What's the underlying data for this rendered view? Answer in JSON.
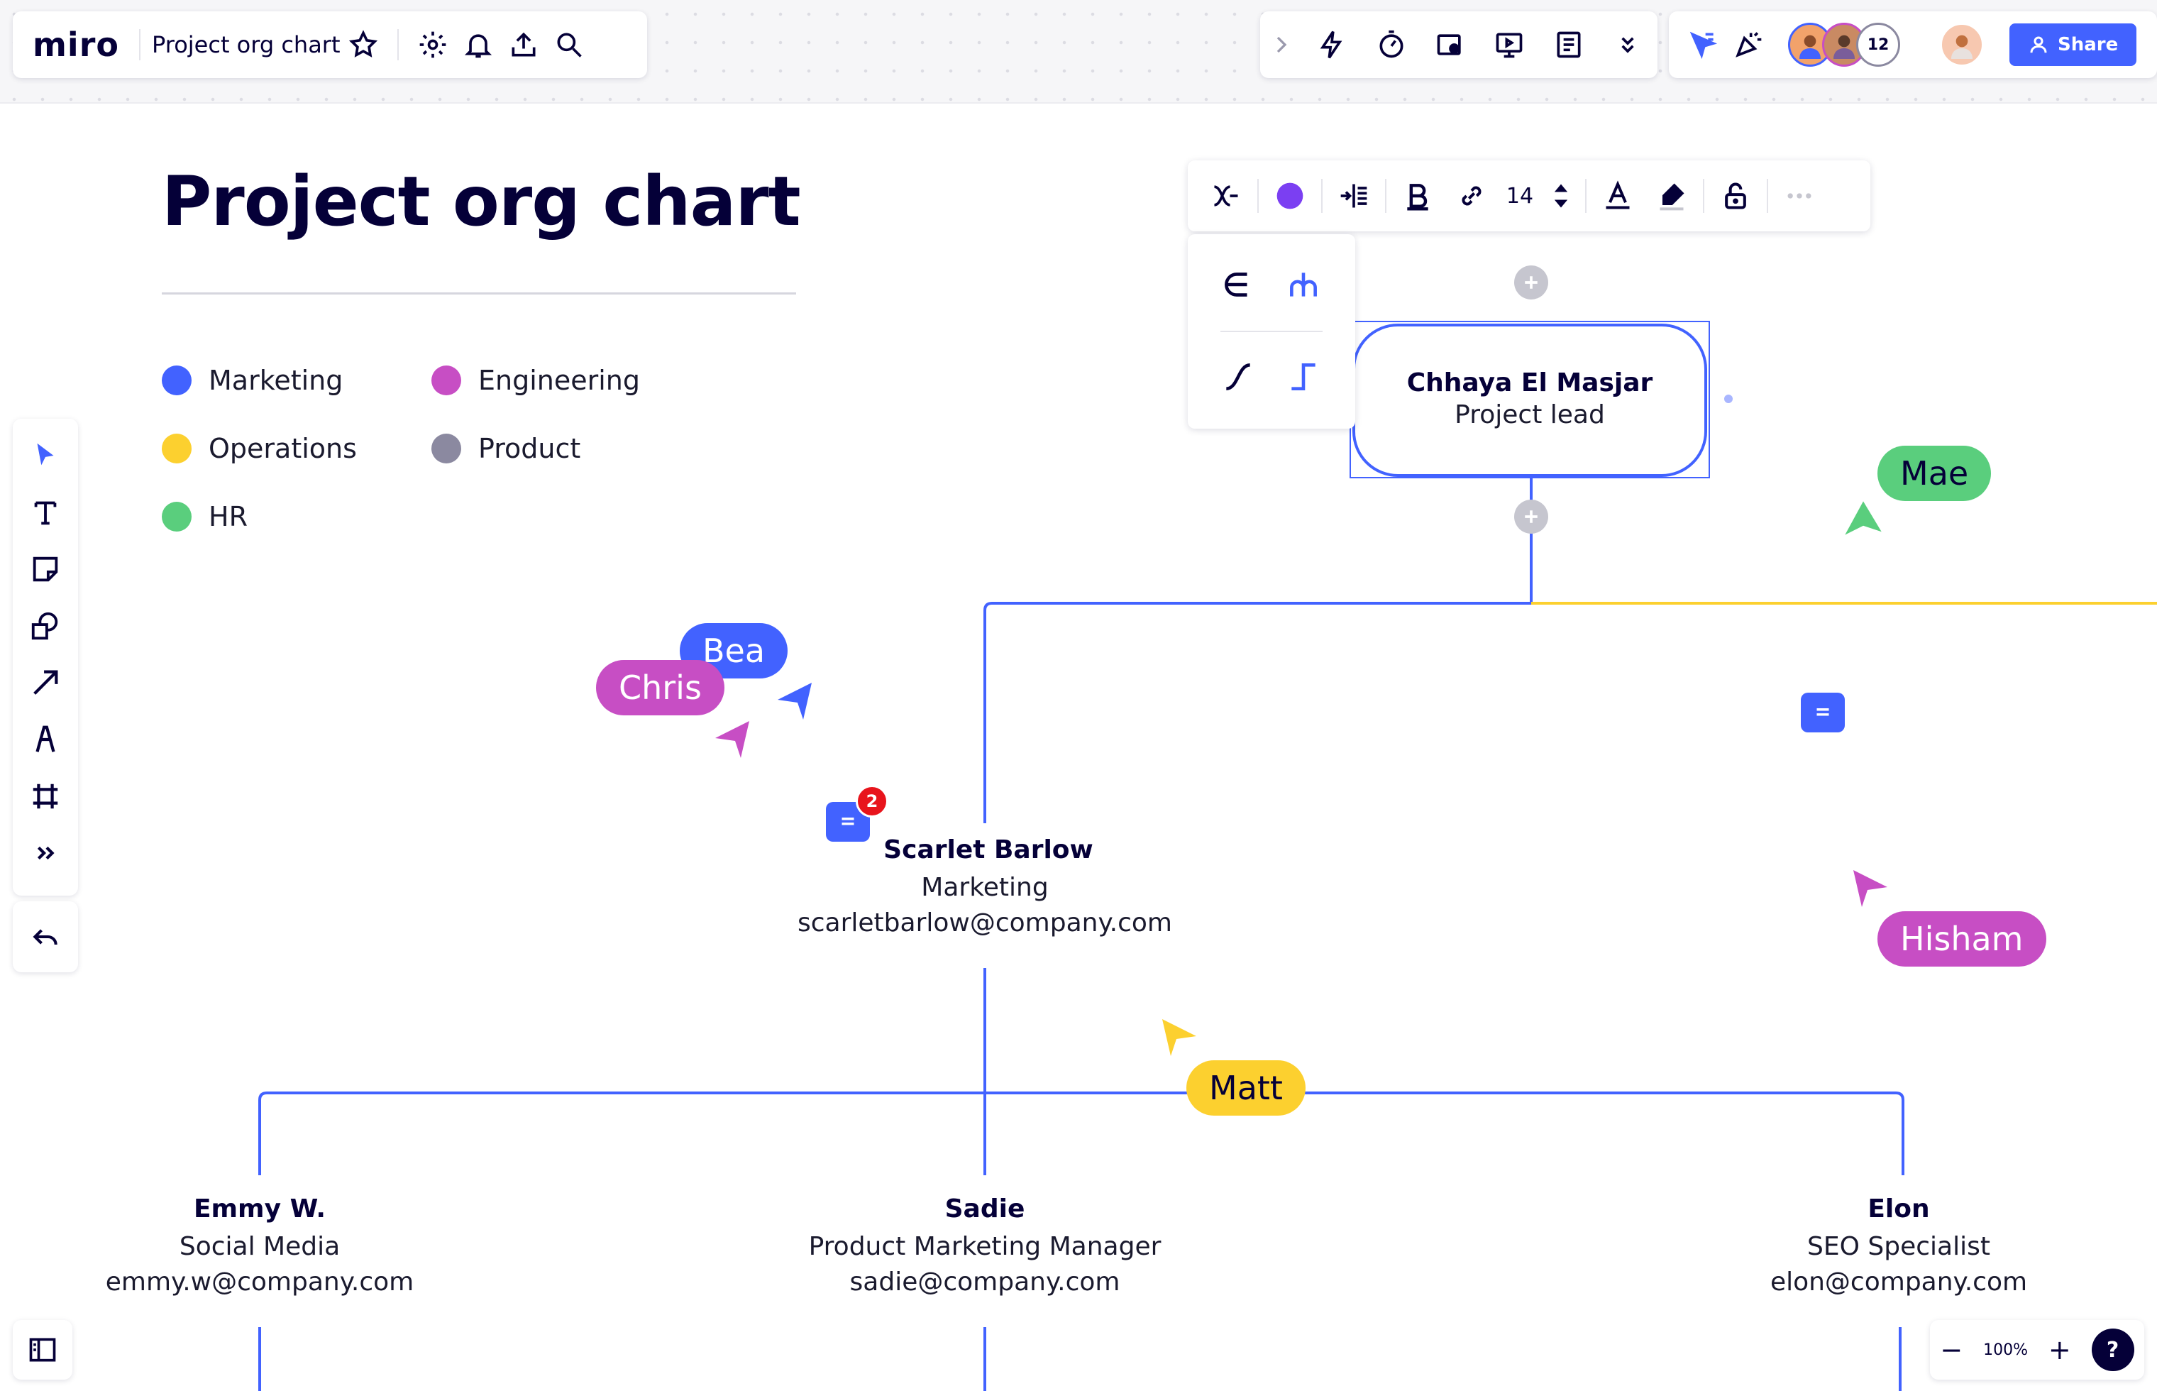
{
  "app": {
    "logo": "miro",
    "board_title": "Project org chart"
  },
  "header_actions": {
    "share_label": "Share",
    "collaborator_count": "12"
  },
  "board": {
    "title": "Project org chart",
    "legend": [
      {
        "label": "Marketing",
        "color": "#4262ff"
      },
      {
        "label": "Engineering",
        "color": "#c74ec4"
      },
      {
        "label": "Operations",
        "color": "#fcd02f"
      },
      {
        "label": "Product",
        "color": "#8b89a0"
      },
      {
        "label": "HR",
        "color": "#5ace7d"
      }
    ]
  },
  "context_toolbar": {
    "font_size": "14",
    "fill_color": "#7b3ff2"
  },
  "org": {
    "lead": {
      "name": "Chhaya El Masjar",
      "role": "Project lead"
    },
    "scarlet": {
      "name": "Scarlet Barlow",
      "department": "Marketing",
      "email": "scarletbarlow@company.com"
    },
    "emmy": {
      "name": "Emmy W.",
      "role": "Social Media",
      "email": "emmy.w@company.com"
    },
    "sadie": {
      "name": "Sadie",
      "role": "Product Marketing Manager",
      "email": "sadie@company.com"
    },
    "elon": {
      "name": "Elon",
      "role": "SEO Specialist",
      "email": "elon@company.com"
    }
  },
  "cursors": [
    {
      "name": "Bea",
      "color": "#4262ff"
    },
    {
      "name": "Chris",
      "color": "#c74ec4"
    },
    {
      "name": "Mae",
      "color": "#5ace7d"
    },
    {
      "name": "Hisham",
      "color": "#c74ec4"
    },
    {
      "name": "Matt",
      "color": "#fcd02f"
    }
  ],
  "comments": {
    "scarlet_badge": "2"
  },
  "zoom": {
    "level": "100%",
    "minus": "−",
    "plus": "+",
    "help": "?"
  },
  "colors": {
    "accent": "#4262ff",
    "connector_yellow": "#fcd02f",
    "ink": "#050038"
  }
}
